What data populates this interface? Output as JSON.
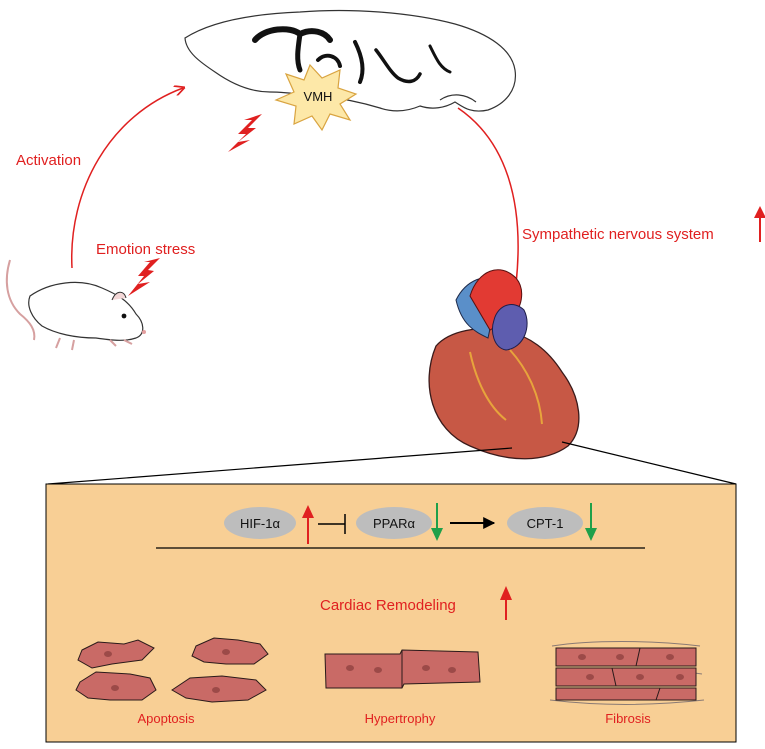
{
  "labels": {
    "activation": "Activation",
    "emotion_stress": "Emotion stress",
    "vmh": "VMH",
    "sympathetic": "Sympathetic nervous system",
    "cardiac_remodeling": "Cardiac Remodeling",
    "apoptosis": "Apoptosis",
    "hypertrophy": "Hypertrophy",
    "fibrosis": "Fibrosis"
  },
  "pathway": {
    "hif": "HIF-1α",
    "ppar": "PPARα",
    "cpt": "CPT-1",
    "hif_change": "up",
    "ppar_change": "down",
    "cpt_change": "down"
  },
  "colors": {
    "accent_red": "#e02020",
    "down_green": "#1fa04a",
    "panel_fill": "#f8cf95",
    "pill_gray": "#bdbdbd",
    "cell_fill": "#c96a66",
    "heart_fill": "#c75845"
  }
}
